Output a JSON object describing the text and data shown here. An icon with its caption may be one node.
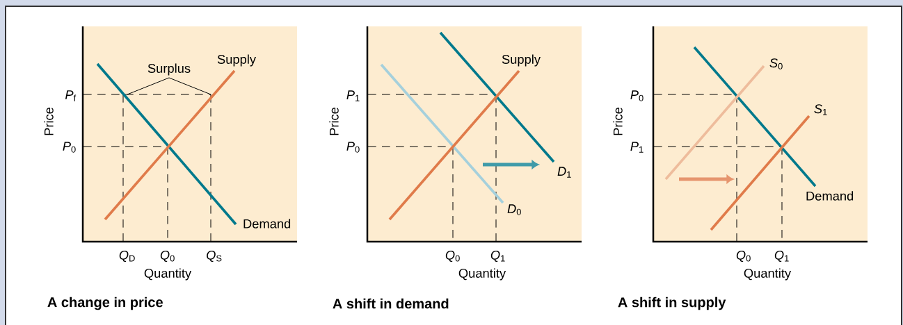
{
  "diagram": {
    "labels": [
      "Surplus",
      "Supply",
      "*P*$_{f}$",
      "Price",
      "*P*$_{0}$",
      "Demand",
      "*Q*$_{D}$",
      "*Q*$_{0}$",
      "*Q*$_{S}$",
      "Quantity",
      "A change in price",
      "Supply",
      "*P*$_{1}$",
      "Price",
      "*P*$_{0}$",
      "*D*$_{1}$",
      "*D*$_{0}$",
      "*Q*$_{0}$",
      "*Q*$_{1}$",
      "Quantity",
      "A shift in demand",
      "*S*$_{0}$",
      "*P*$_{0}$",
      "Price",
      "*S*$_{1}$",
      "*P*$_{1}$",
      "Demand",
      "*Q*$_{0}$",
      "*Q*$_{1}$",
      "Quantity",
      "A shift in supply"
    ]
  }
}
